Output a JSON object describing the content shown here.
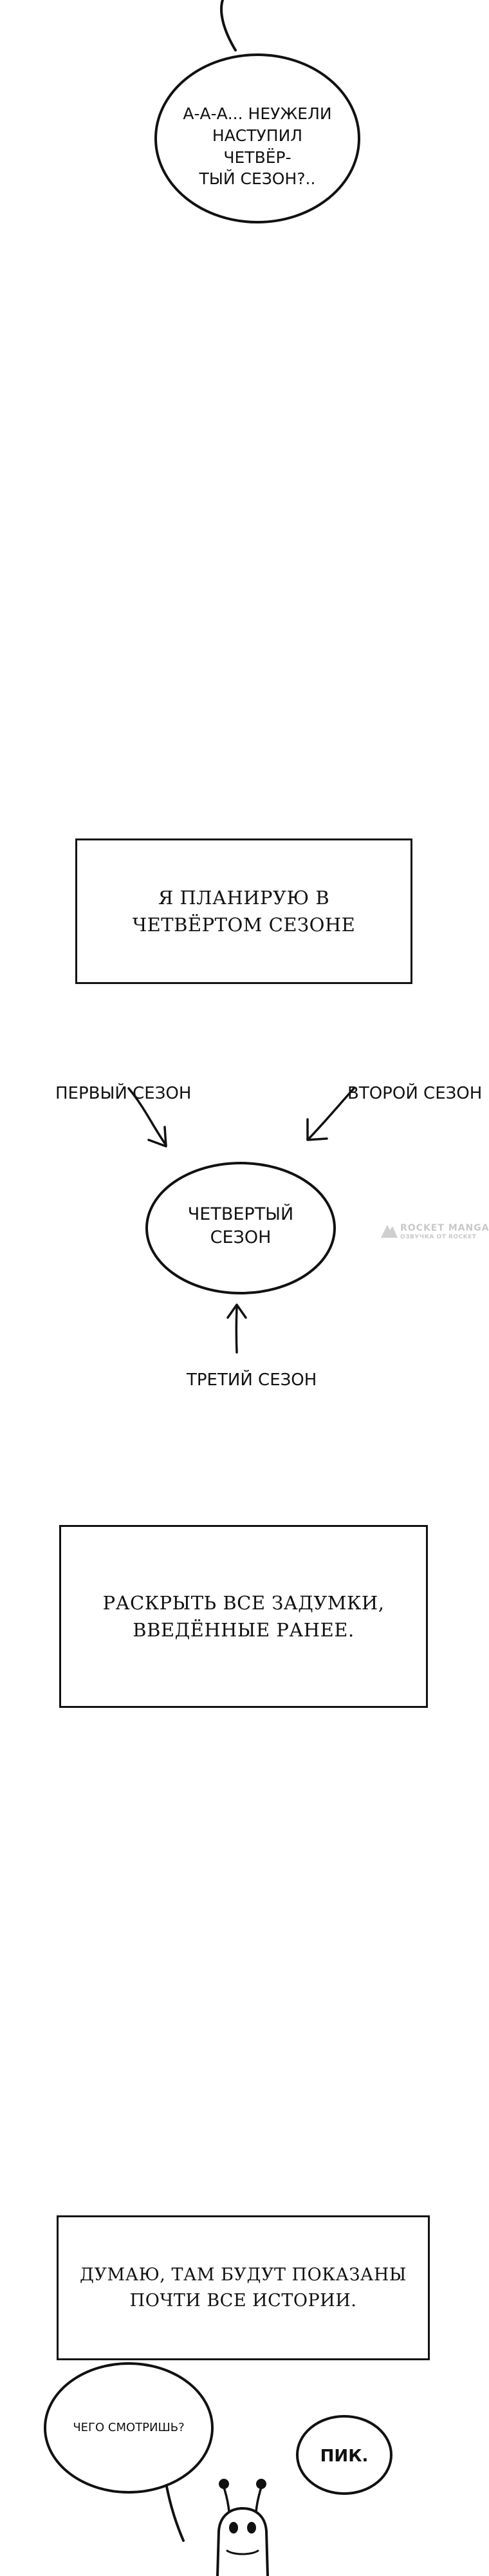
{
  "bubbles": {
    "top": {
      "lines": [
        "А-А-А... НЕУЖЕЛИ",
        "НАСТУПИЛ ЧЕТВЁР-",
        "ТЫЙ СЕЗОН?.."
      ]
    },
    "center": {
      "lines": [
        "ЧЕТВЕРТЫЙ",
        "СЕЗОН"
      ]
    },
    "bottom_left": {
      "text": "ЧЕГО СМОТРИШЬ?"
    },
    "bottom_right": {
      "text": "ПИК."
    }
  },
  "captions": [
    {
      "lines": [
        "Я ПЛАНИРУЮ В",
        "ЧЕТВЁРТОМ СЕЗОНЕ"
      ]
    },
    {
      "lines": [
        "РАСКРЫТЬ ВСЕ ЗАДУМКИ,",
        "ВВЕДЁННЫЕ РАНЕЕ."
      ]
    },
    {
      "lines": [
        "ДУМАЮ, ТАМ БУДУТ ПОКАЗАНЫ",
        "ПОЧТИ ВСЕ ИСТОРИИ."
      ]
    }
  ],
  "diagram": {
    "season_1": "ПЕРВЫЙ СЕЗОН",
    "season_2": "ВТОРОЙ СЕЗОН",
    "season_3": "ТРЕТИЙ СЕЗОН"
  },
  "watermark": {
    "line1": "Rocket Manga",
    "line2": "ОЗВУЧКА ОТ ROCKET"
  },
  "colors": {
    "ink": "#111111",
    "background": "#ffffff",
    "watermark": "#c9c9c9"
  }
}
